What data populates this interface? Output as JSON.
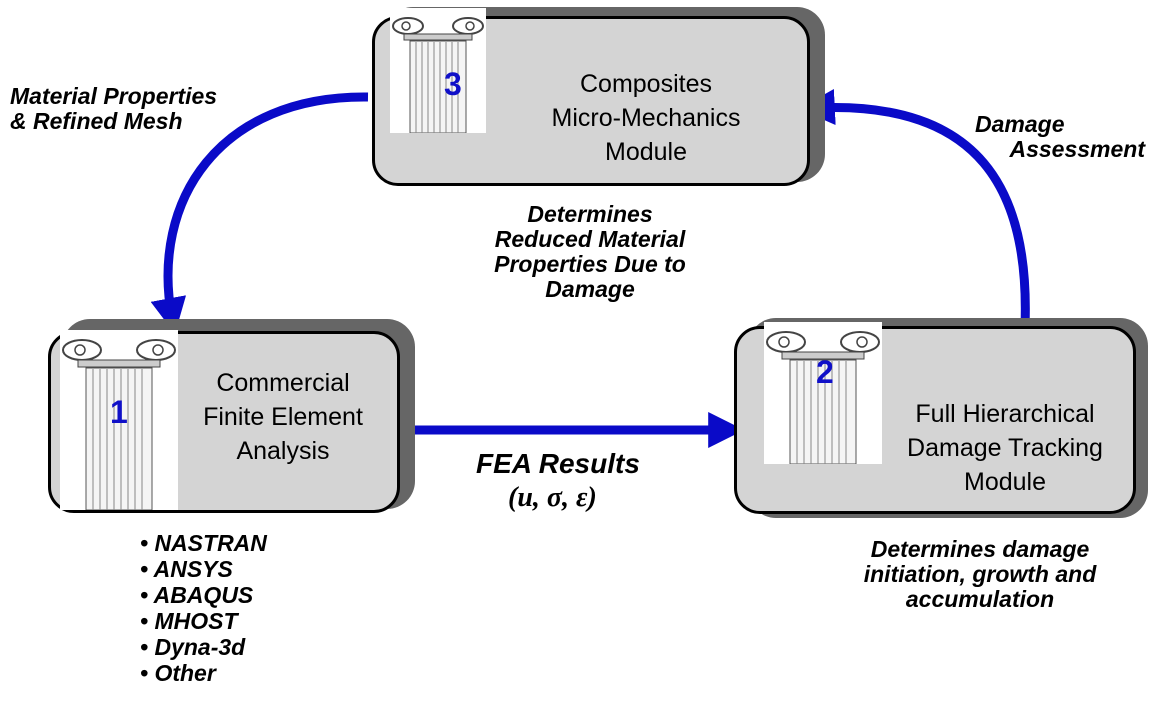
{
  "nodes": [
    {
      "number": "1",
      "lines": [
        "Commercial",
        "Finite Element",
        "Analysis"
      ]
    },
    {
      "number": "2",
      "lines": [
        "Full Hierarchical",
        "Damage Tracking",
        "Module"
      ]
    },
    {
      "number": "3",
      "lines": [
        "Composites",
        "Micro-Mechanics",
        "Module"
      ]
    }
  ],
  "annotations": {
    "material_properties": [
      "Material Properties",
      "& Refined Mesh"
    ],
    "damage_assessment": [
      "Damage",
      "Assessment"
    ],
    "reduced_properties": [
      "Determines",
      "Reduced Material",
      "Properties Due to",
      "Damage"
    ],
    "damage_initiation": [
      "Determines damage",
      "initiation, growth and",
      "accumulation"
    ],
    "fea_results_title": "FEA Results",
    "fea_results_sub": "(u, σ, ε)"
  },
  "fea_tools": [
    "NASTRAN",
    "ANSYS",
    "ABAQUS",
    "MHOST",
    "Dyna-3d",
    "Other"
  ],
  "colors": {
    "arrow": "#0a0ac8",
    "box_fill": "#d4d4d4",
    "box_shadow": "#666666",
    "number": "#1010c8"
  }
}
